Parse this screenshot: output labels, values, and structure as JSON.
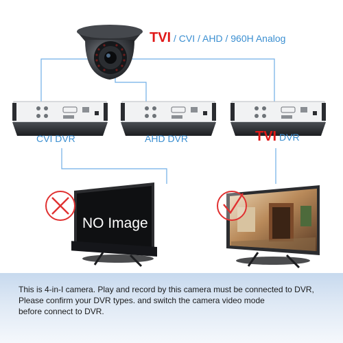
{
  "headline": {
    "highlight": "TVI",
    "rest": " / CVI / AHD / 960H Analog"
  },
  "dvrs": [
    {
      "label": "CVI DVR"
    },
    {
      "label": "AHD DVR"
    },
    {
      "highlight": "TVI",
      "label": " DVR"
    }
  ],
  "monitors": {
    "bad": {
      "text": "NO Image",
      "status_icon": "cross-circle-icon"
    },
    "good": {
      "status_icon": "check-circle-icon"
    }
  },
  "footer": {
    "lines": [
      "This is 4-in-I camera. Play and record by this camera must be connected to DVR,",
      "Please confirm your DVR types. and switch the camera video mode",
      "before connect to DVR."
    ]
  },
  "colors": {
    "tvi": "#e01818",
    "accent_blue": "#3b8fd1",
    "status_red": "#e03030"
  }
}
